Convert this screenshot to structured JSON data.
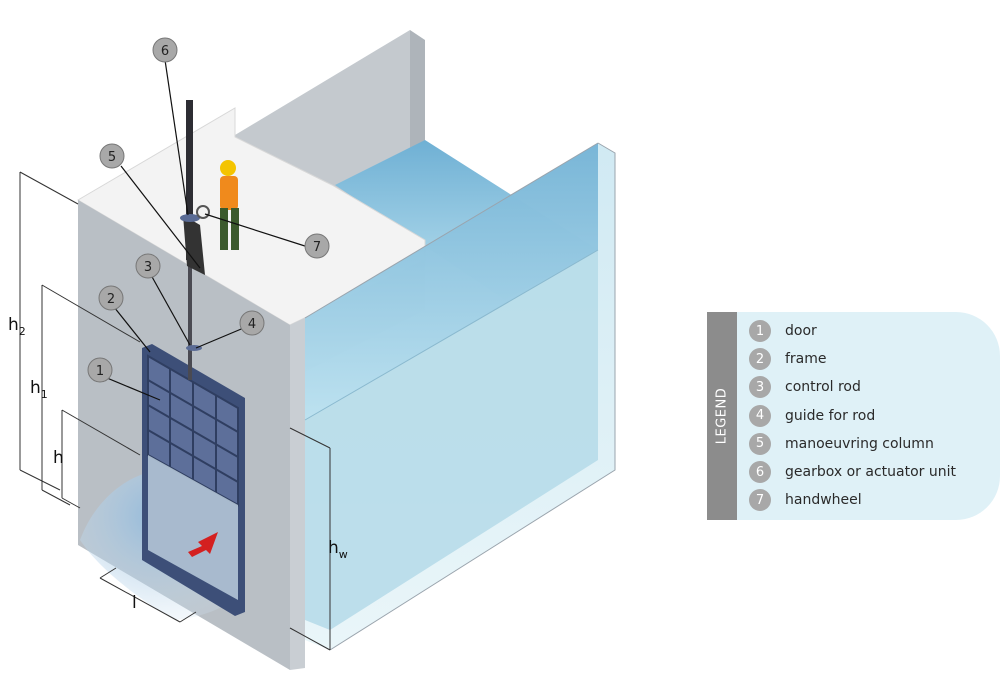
{
  "callouts": [
    "6",
    "5",
    "3",
    "2",
    "1",
    "4",
    "7"
  ],
  "dimensions": {
    "h2": {
      "main": "h",
      "sub": "2"
    },
    "h1": {
      "main": "h",
      "sub": "1"
    },
    "h": {
      "main": "h",
      "sub": ""
    },
    "hw": {
      "main": "h",
      "sub": "w"
    },
    "l": {
      "main": "l"
    }
  },
  "legend": {
    "title": "LEGEND",
    "items": [
      {
        "num": "1",
        "label": "door"
      },
      {
        "num": "2",
        "label": "frame"
      },
      {
        "num": "3",
        "label": "control rod"
      },
      {
        "num": "4",
        "label": "guide for rod"
      },
      {
        "num": "5",
        "label": "manoeuvring column"
      },
      {
        "num": "6",
        "label": "gearbox or actuator unit"
      },
      {
        "num": "7",
        "label": "handwheel"
      }
    ]
  },
  "colors": {
    "wall_front": "#b8bec4",
    "wall_top": "#f2f2f2",
    "water": "#9fd0e8",
    "glass": "#d4ecf4",
    "gate": "#4a5c86",
    "legend_bar": "#8c8c8c",
    "legend_panel": "#dff1f7",
    "callout": "#a8a8a8"
  }
}
